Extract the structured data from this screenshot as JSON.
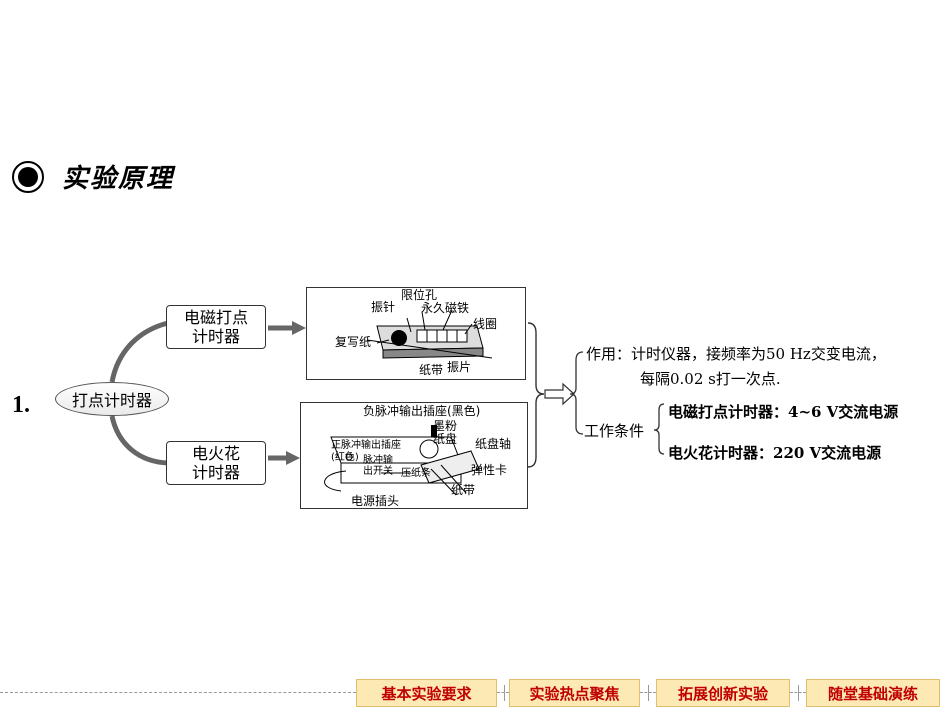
{
  "section": {
    "title": "实验原理"
  },
  "item_number": "1.",
  "root_label": "打点计时器",
  "timer1": {
    "line1": "电磁打点",
    "line2": "计时器",
    "labels": {
      "vibrating_needle": "振针",
      "limit_hole": "限位孔",
      "permanent_magnet": "永久磁铁",
      "coil": "线圈",
      "carbon_paper": "复写纸",
      "paper_tape": "纸带",
      "vibrating_plate": "振片"
    }
  },
  "timer2": {
    "line1": "电火花",
    "line2": "计时器",
    "labels": {
      "neg_socket": "负脉冲输出插座(黑色)",
      "ink_powder": "墨粉",
      "paper_disc": "纸盘",
      "disc_axle": "纸盘轴",
      "pos_socket": "正脉冲输出插座",
      "red": "(红色)",
      "pulse_out": "脉冲输",
      "switch": "出开关",
      "press_strip": "压纸条",
      "spring_clip": "弹性卡",
      "paper_tape": "纸带",
      "power_plug": "电源插头"
    }
  },
  "right": {
    "function_line1": "作用：计时仪器，接频率为50 Hz交变电流，",
    "function_line2": "每隔0.02 s打一次点.",
    "conditions_label": "工作条件",
    "cond1": "电磁打点计时器：4~6 V交流电源",
    "cond2": "电火花计时器：220 V交流电源"
  },
  "nav": [
    "基本实验要求",
    "实验热点聚焦",
    "拓展创新实验",
    "随堂基础演练"
  ],
  "colors": {
    "nav_bg": "#fde9b4",
    "nav_text": "#c00000",
    "connector": "#666666"
  }
}
